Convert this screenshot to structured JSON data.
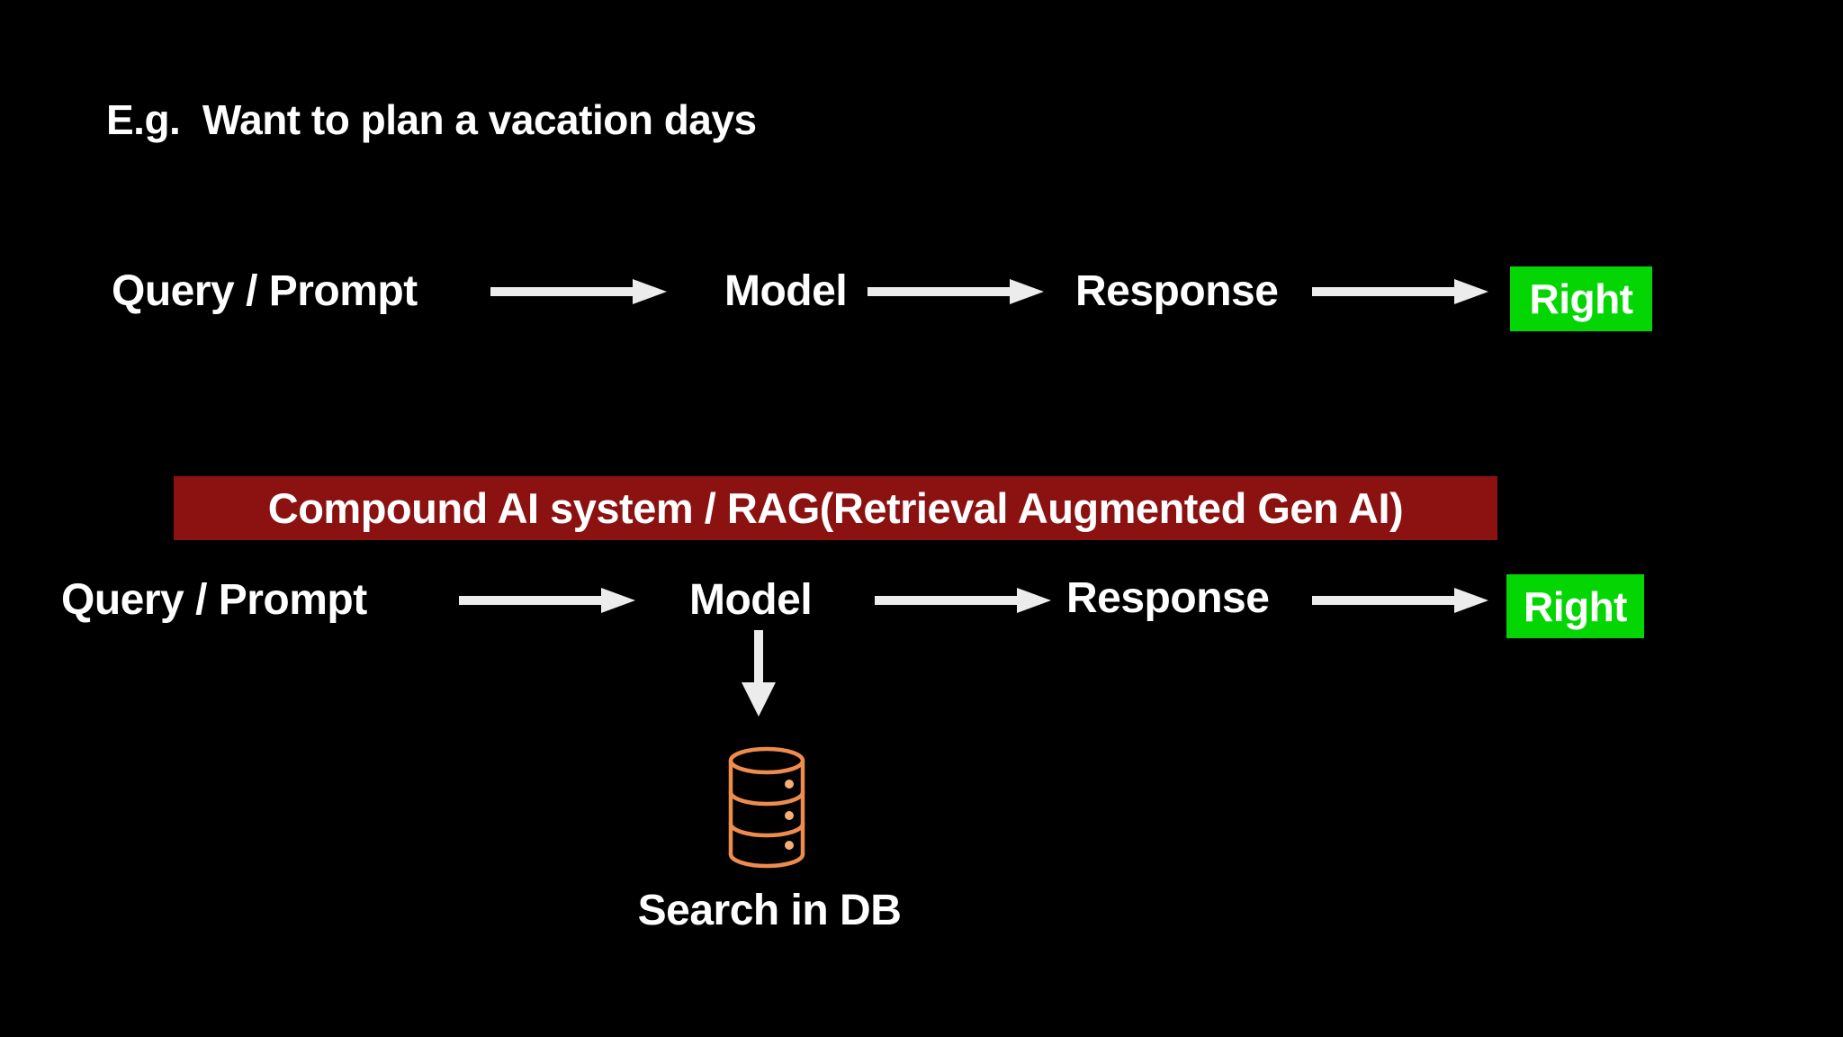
{
  "title": {
    "text": "E.g.  Want to plan a vacation days"
  },
  "colors": {
    "background": "#000000",
    "text": "#FFFFFF",
    "arrow_gray": "#ECECEC",
    "result_green": "#04D604",
    "banner_red": "#8C1111",
    "database_orange": "#EE8C4D"
  },
  "flow_basic": {
    "query_label": "Query / Prompt",
    "model_label": "Model",
    "response_label": "Response",
    "result_label": "Right"
  },
  "banner": {
    "text": "Compound AI system / RAG(Retrieval Augmented Gen AI)"
  },
  "flow_rag": {
    "query_label": "Query / Prompt",
    "model_label": "Model",
    "response_label": "Response",
    "result_label": "Right",
    "db_caption": "Search in DB"
  },
  "icons": {
    "arrow_right": "→",
    "arrow_down": "↓",
    "database": "🛢"
  }
}
